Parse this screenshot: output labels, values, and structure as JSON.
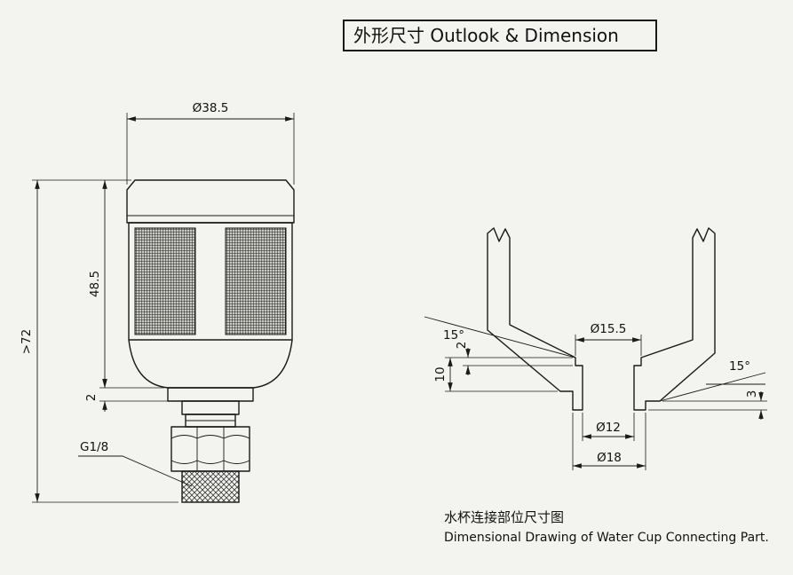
{
  "title": "外形尺寸 Outlook & Dimension",
  "colors": {
    "page_background": "#f3f3ef",
    "ink": "#1a1a1a"
  },
  "left_drawing": {
    "dim_top_diameter": "Ø38.5",
    "dim_body_height": "48.5",
    "dim_overall_height": ">72",
    "dim_step": "2",
    "thread_label": "G1/8"
  },
  "right_drawing": {
    "dim_recess_diameter": "Ø15.5",
    "dim_left_angle": "15°",
    "dim_right_angle": "15°",
    "dim_recess_depth": "2",
    "dim_boss_height": "10",
    "dim_wall_thickness": "3",
    "dim_hole_diameter": "Ø12",
    "dim_boss_diameter": "Ø18",
    "caption_zh": "水杯连接部位尺寸图",
    "caption_en": "Dimensional Drawing of Water Cup Connecting Part."
  }
}
